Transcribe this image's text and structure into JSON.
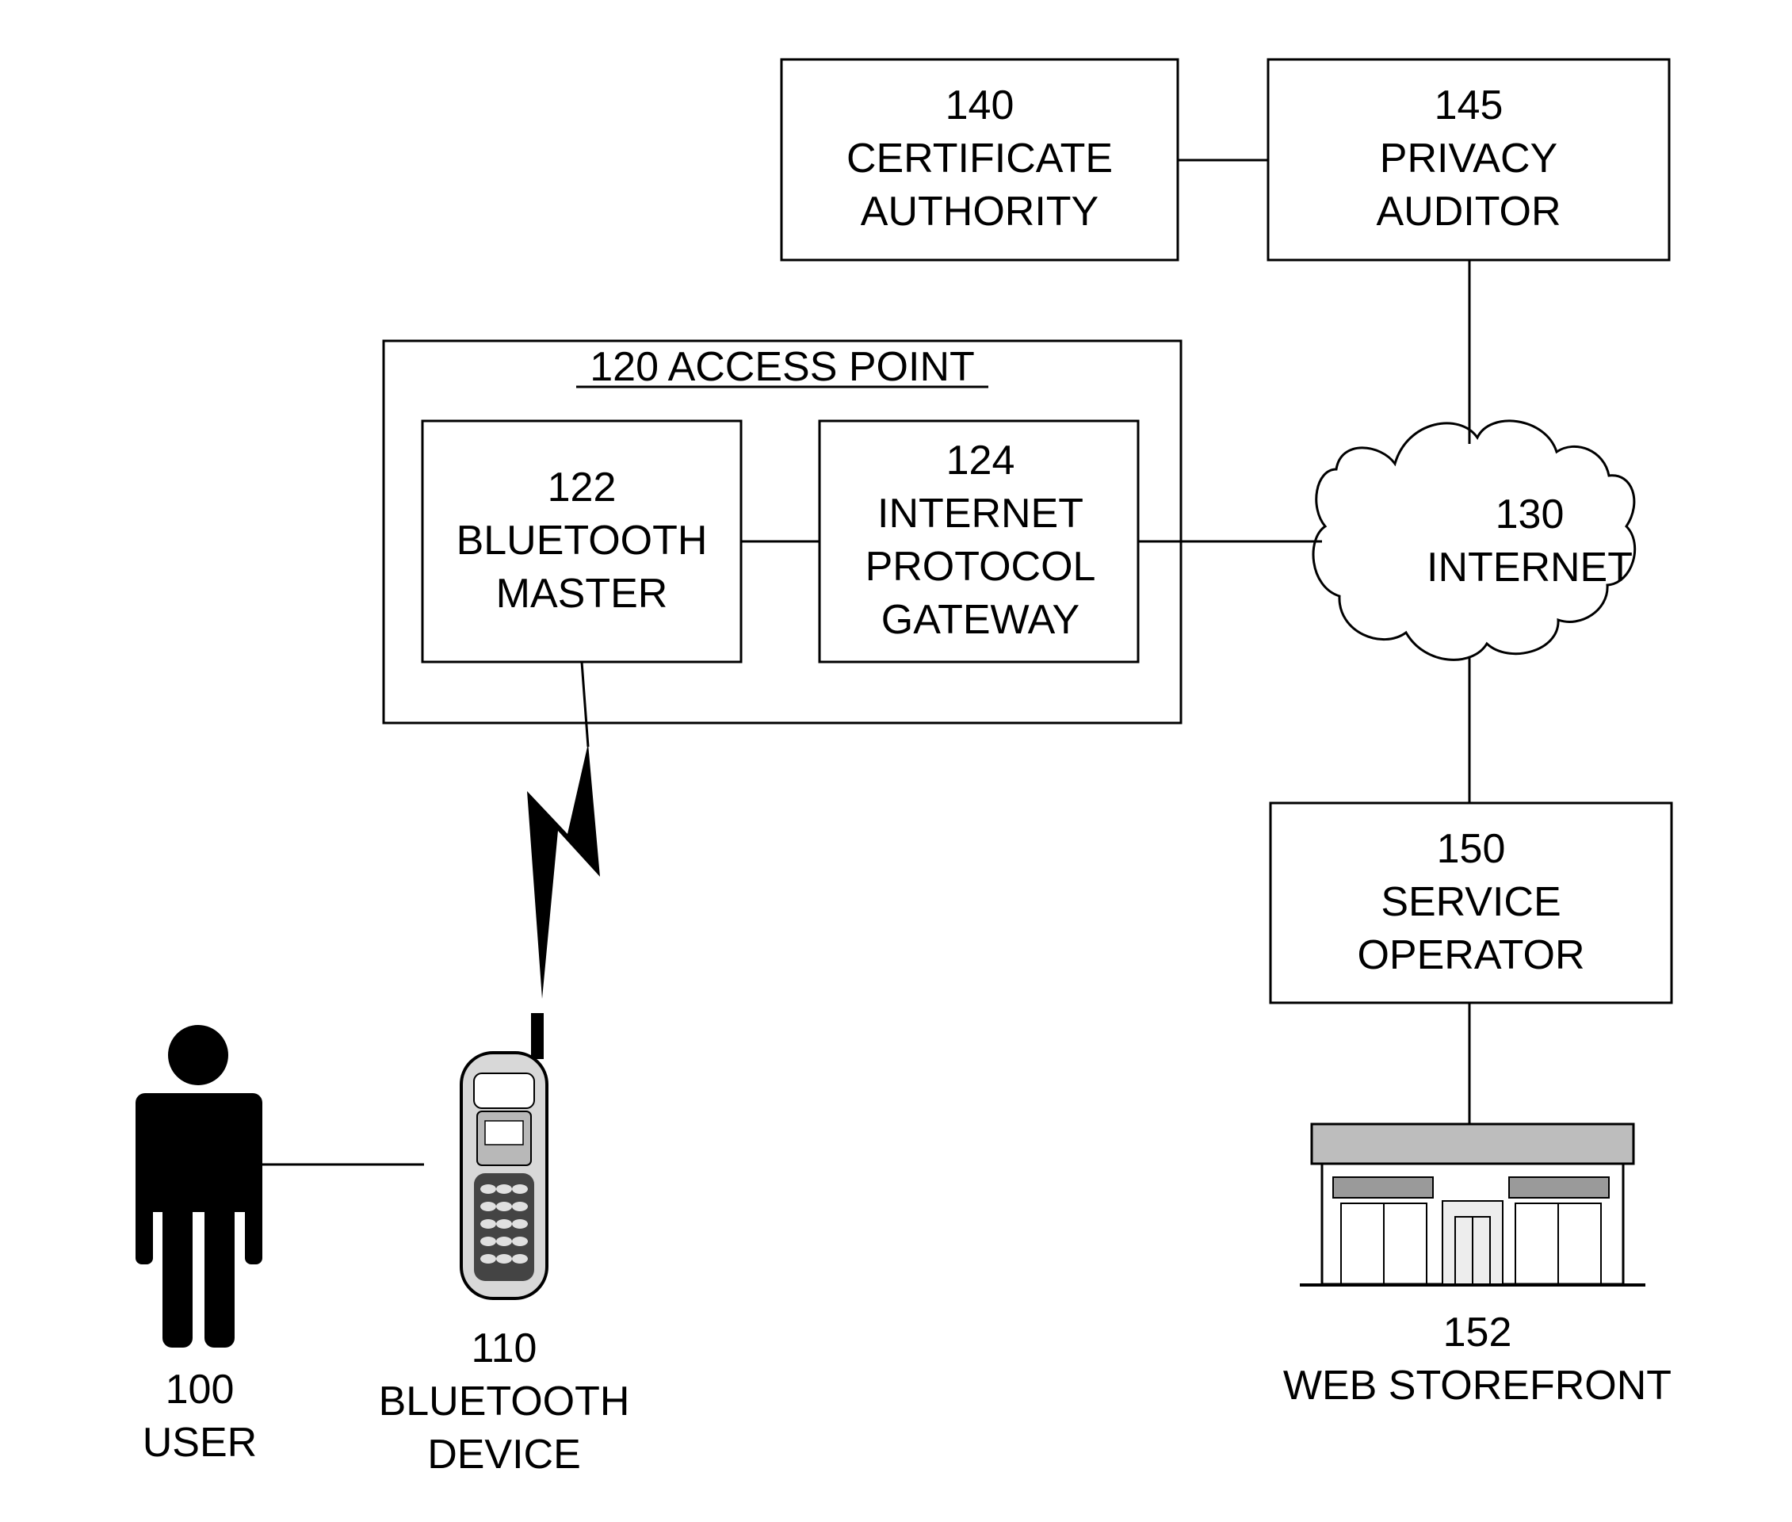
{
  "nodes": {
    "ca": {
      "lines": [
        "140",
        "CERTIFICATE",
        "AUTHORITY"
      ]
    },
    "privacy": {
      "lines": [
        "145",
        "PRIVACY",
        "AUDITOR"
      ]
    },
    "access": {
      "title": "120 ACCESS POINT"
    },
    "btm": {
      "lines": [
        "122",
        "BLUETOOTH",
        "MASTER"
      ]
    },
    "ipg": {
      "lines": [
        "124",
        "INTERNET",
        "PROTOCOL",
        "GATEWAY"
      ]
    },
    "inet": {
      "lines": [
        "130",
        "INTERNET"
      ]
    },
    "svc": {
      "lines": [
        "150",
        "SERVICE",
        "OPERATOR"
      ]
    },
    "store": {
      "lines": [
        "152",
        "WEB STOREFRONT"
      ]
    },
    "user": {
      "lines": [
        "100",
        "USER"
      ]
    },
    "device": {
      "lines": [
        "110",
        "BLUETOOTH",
        "DEVICE"
      ]
    }
  },
  "icons": {
    "user": "person-icon",
    "device": "mobile-phone-icon",
    "store": "storefront-icon",
    "link": "wireless-link-icon",
    "cloud": "cloud-icon"
  }
}
